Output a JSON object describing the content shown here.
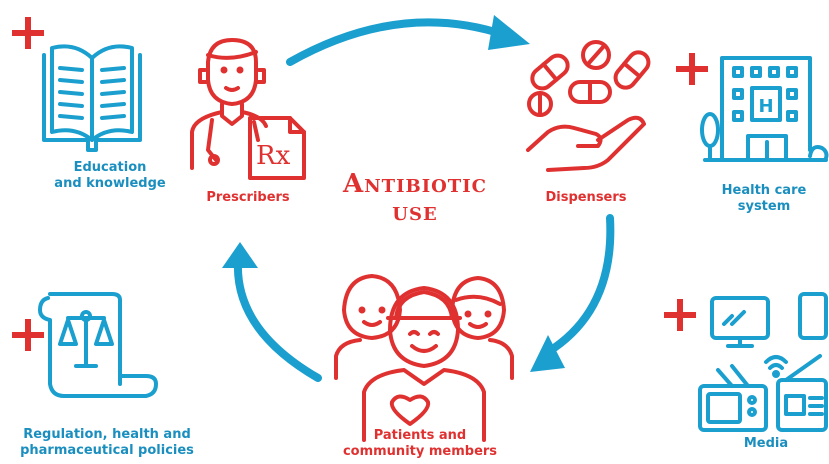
{
  "center": {
    "line1": "Antibiotic",
    "line2": "use"
  },
  "labels": {
    "prescribers": "Prescribers",
    "dispensers": "Dispensers",
    "patients_line1": "Patients and",
    "patients_line2": "community members",
    "education_line1": "Education",
    "education_line2": "and knowledge",
    "health_line1": "Health care",
    "health_line2": "system",
    "regulation_line1": "Regulation, health and",
    "regulation_line2": "pharmaceutical policies",
    "media": "Media"
  },
  "glyphs": {
    "rx": "Rx",
    "hospital": "H"
  },
  "icons": [
    "open-book-icon",
    "doctor-prescription-icon",
    "pills-hand-icon",
    "hospital-building-icon",
    "scales-document-icon",
    "community-people-icon",
    "media-devices-icon",
    "plus-icon"
  ],
  "colors": {
    "teal": "#1a8fbf",
    "red": "#e03131",
    "cycle": "#1a9fcf"
  }
}
